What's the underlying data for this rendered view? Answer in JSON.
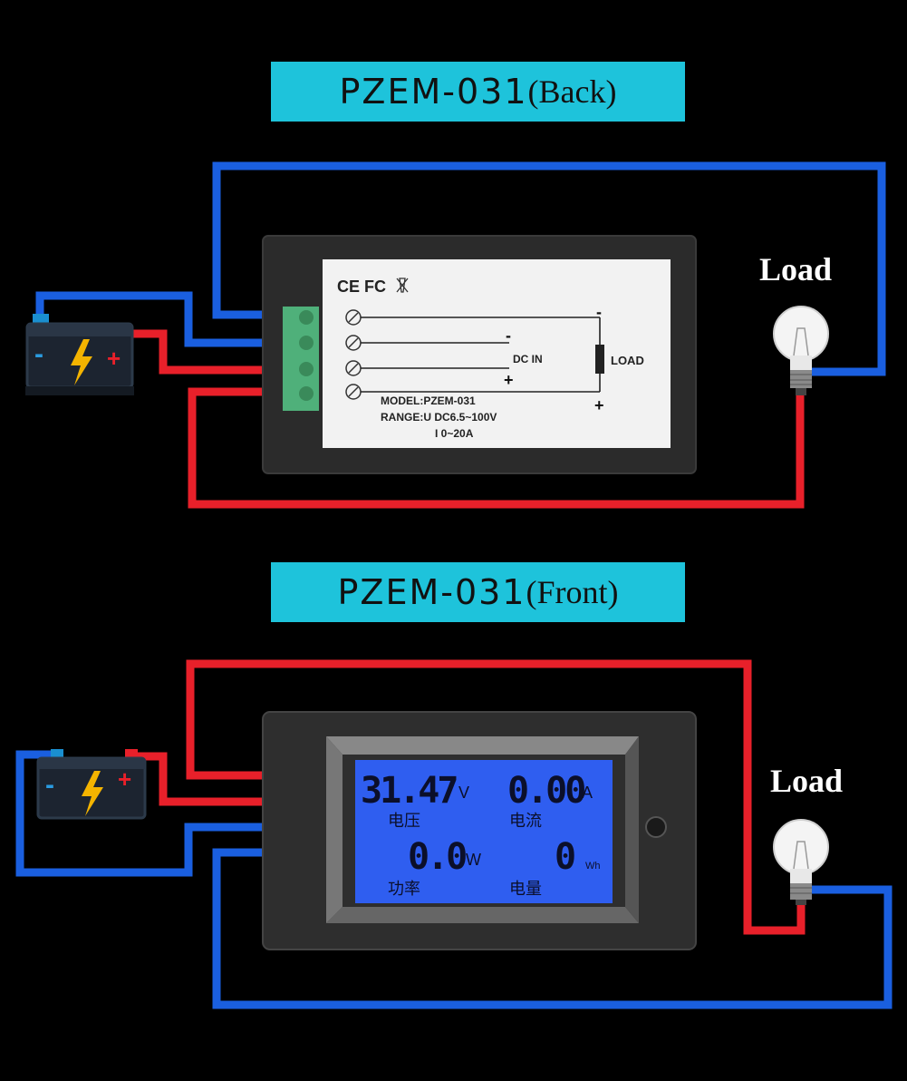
{
  "back": {
    "title_model": "PZEM-031",
    "title_side": "(Back)",
    "load_label": "Load",
    "cert_marks": "CE FC",
    "label_model": "MODEL:PZEM-031",
    "label_range_u": "RANGE:U DC6.5~100V",
    "label_range_i": "I 0~20A",
    "dc_in": "DC IN",
    "load": "LOAD",
    "minus_1": "-",
    "minus_2": "-",
    "plus_1": "+",
    "plus_2": "+"
  },
  "front": {
    "title_model": "PZEM-031",
    "title_side": "(Front)",
    "load_label": "Load",
    "lcd": {
      "voltage_value": "31.47",
      "voltage_unit": "V",
      "voltage_label": "电压",
      "current_value": "0.00",
      "current_unit": "A",
      "current_label": "电流",
      "power_value": "0.0",
      "power_unit": "W",
      "power_label": "功率",
      "energy_value": "0",
      "energy_unit": "Wh",
      "energy_label": "电量"
    }
  },
  "colors": {
    "banner": "#1ec3db",
    "wire_red": "#e8202a",
    "wire_blue": "#1a5fe0",
    "lcd_blue": "#2f5ef0",
    "terminal_green": "#4fb07a"
  }
}
